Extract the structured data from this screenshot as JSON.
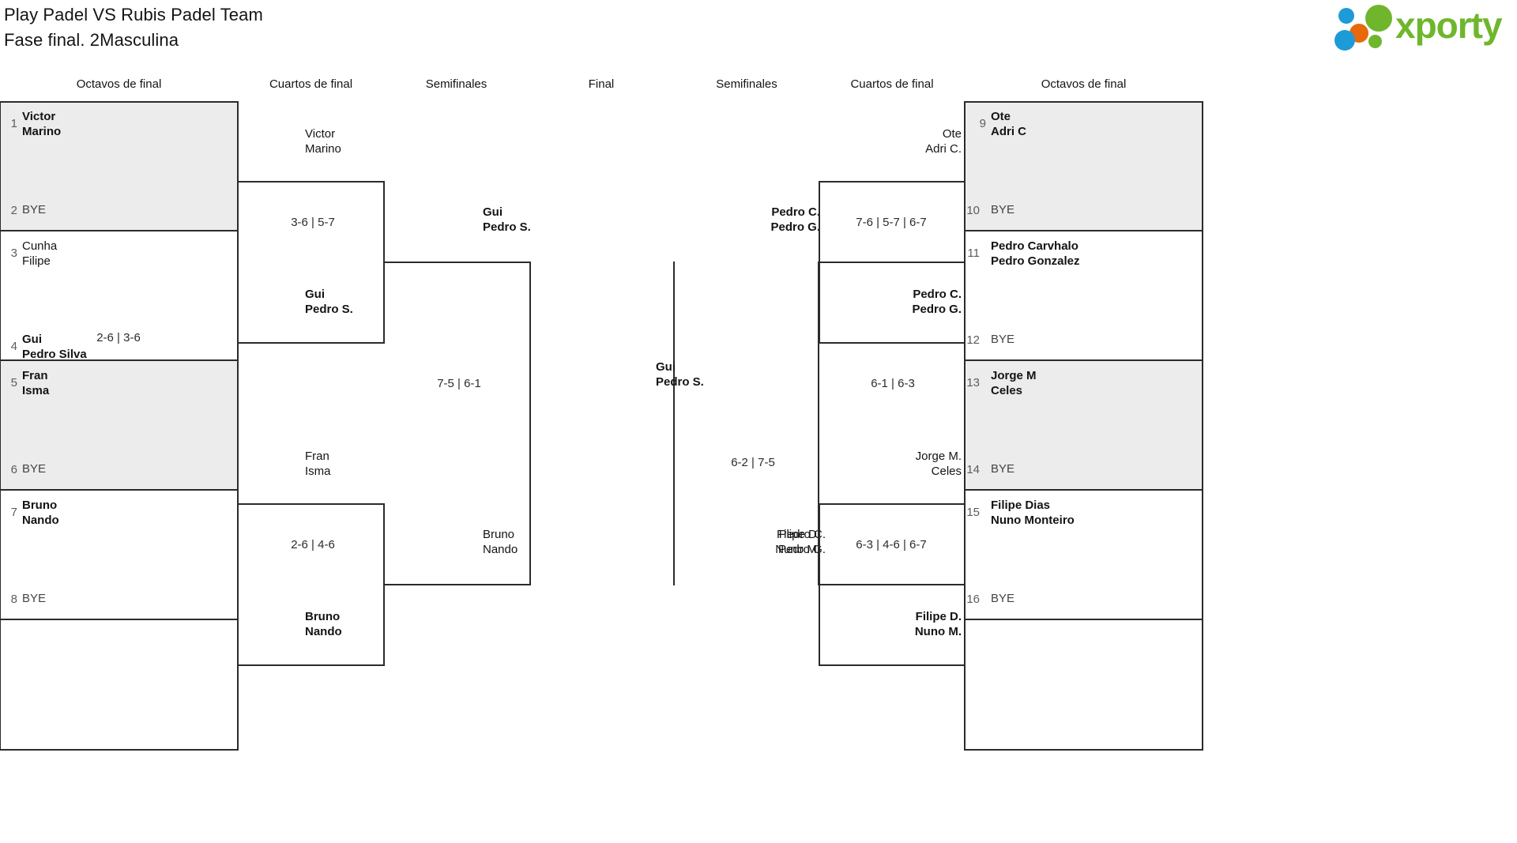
{
  "header": {
    "title_line1": "Play Padel VS Rubis Padel Team",
    "title_line2": "Fase final. 2Masculina",
    "logo_text": "xporty",
    "logo_colors": {
      "green": "#6fb62c",
      "blue": "#1d9bd7",
      "orange": "#e8690b"
    }
  },
  "round_headers": {
    "l_octavos": "Octavos de final",
    "l_cuartos": "Cuartos de final",
    "l_semis": "Semifinales",
    "final": "Final",
    "r_semis": "Semifinales",
    "r_cuartos": "Cuartos de final",
    "r_octavos": "Octavos de final"
  },
  "left_octavos": {
    "s1": {
      "seed": "1",
      "p1": "Victor",
      "p2": "Marino"
    },
    "s2": {
      "seed": "2",
      "p1": "BYE",
      "p2": ""
    },
    "s3": {
      "seed": "3",
      "p1": "Cunha",
      "p2": "Filipe"
    },
    "s4": {
      "seed": "4",
      "p1": "Gui",
      "p2": "Pedro Silva"
    },
    "s5": {
      "seed": "5",
      "p1": "Fran",
      "p2": "Isma"
    },
    "s6": {
      "seed": "6",
      "p1": "BYE",
      "p2": ""
    },
    "s7": {
      "seed": "7",
      "p1": "Bruno",
      "p2": "Nando"
    },
    "s8": {
      "seed": "8",
      "p1": "BYE",
      "p2": ""
    },
    "score_1_2": "",
    "score_3_4": "2-6 | 3-6",
    "score_5_6": "",
    "score_7_8": ""
  },
  "left_cuartos": {
    "m1_top": {
      "p1": "Victor",
      "p2": "Marino"
    },
    "m1_bot": {
      "p1": "Gui",
      "p2": "Pedro S."
    },
    "m1_score": "3-6 | 5-7",
    "m2_top": {
      "p1": "Fran",
      "p2": "Isma"
    },
    "m2_bot": {
      "p1": "Bruno",
      "p2": "Nando"
    },
    "m2_score": "2-6 | 4-6"
  },
  "left_semis": {
    "top": {
      "p1": "Gui",
      "p2": "Pedro S."
    },
    "bot": {
      "p1": "Bruno",
      "p2": "Nando"
    },
    "score": "7-5 | 6-1"
  },
  "final": {
    "left_finalist": {
      "p1": "Gui",
      "p2": "Pedro S."
    },
    "right_finalist": {
      "p1": "Pedro C.",
      "p2": "Pedro G."
    },
    "score": "6-2 | 7-5"
  },
  "right_semis": {
    "top": {
      "p1": "Pedro C.",
      "p2": "Pedro G."
    },
    "bot": {
      "p1": "Filipe D.",
      "p2": "Nuno M."
    },
    "score": "6-1 | 6-3"
  },
  "right_cuartos": {
    "m1_top": {
      "p1": "Ote",
      "p2": "Adri C."
    },
    "m1_bot": {
      "p1": "Pedro C.",
      "p2": "Pedro G."
    },
    "m1_score": "7-6 | 5-7 | 6-7",
    "m2_top": {
      "p1": "Jorge M.",
      "p2": "Celes"
    },
    "m2_bot": {
      "p1": "Filipe D.",
      "p2": "Nuno M."
    },
    "m2_score": "6-3 | 4-6 | 6-7"
  },
  "right_octavos": {
    "s9": {
      "seed": "9",
      "p1": "Ote",
      "p2": "Adri C"
    },
    "s10": {
      "seed": "10",
      "p1": "BYE",
      "p2": ""
    },
    "s11": {
      "seed": "11",
      "p1": "Pedro Carvhalo",
      "p2": "Pedro Gonzalez"
    },
    "s12": {
      "seed": "12",
      "p1": "BYE",
      "p2": ""
    },
    "s13": {
      "seed": "13",
      "p1": "Jorge M",
      "p2": "Celes"
    },
    "s14": {
      "seed": "14",
      "p1": "BYE",
      "p2": ""
    },
    "s15": {
      "seed": "15",
      "p1": "Filipe Dias",
      "p2": "Nuno Monteiro"
    },
    "s16": {
      "seed": "16",
      "p1": "BYE",
      "p2": ""
    }
  }
}
